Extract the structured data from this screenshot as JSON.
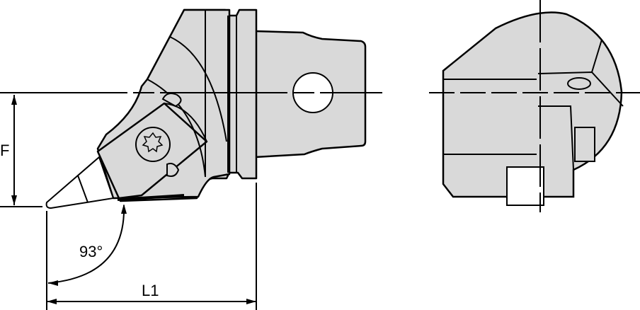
{
  "drawing": {
    "type": "technical-drawing",
    "subject": "turning tool holder with insert",
    "views": [
      "side-view",
      "end-view"
    ],
    "fill_color": "#d9d9d9",
    "line_color": "#000000"
  },
  "dimensions": {
    "F": "F",
    "L1": "L1",
    "angle": "93°"
  }
}
